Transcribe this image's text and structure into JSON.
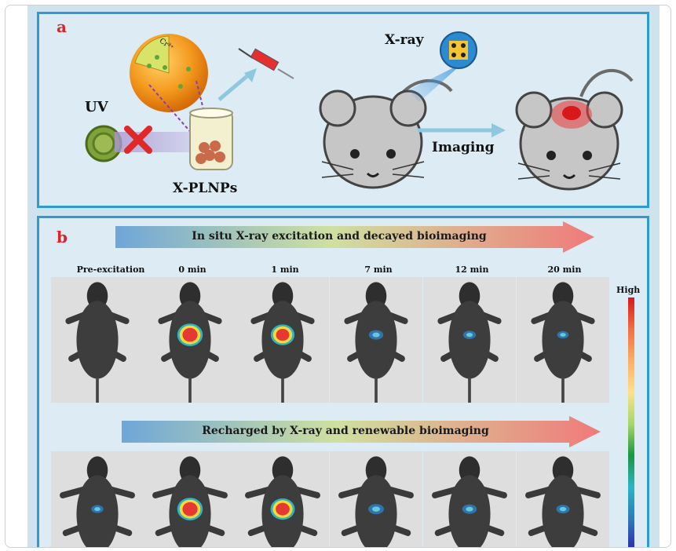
{
  "panel_a": {
    "letter": "a",
    "uv_label": "UV",
    "xray_label": "X-ray",
    "nanoparticle_label": "X-PLNPs",
    "core_label": "Cr³⁺",
    "arrow_label": "Imaging"
  },
  "panel_b": {
    "letter": "b",
    "banner_top": "In situ X-ray excitation and decayed bioimaging",
    "banner_bottom": "Recharged by X-ray and renewable bioimaging",
    "time_labels": [
      "Pre-excitation",
      "0 min",
      "1 min",
      "7 min",
      "12 min",
      "20 min"
    ],
    "colorbar_label": "High"
  },
  "colors": {
    "panel_border": "#2d9ad6",
    "panel_fill": "#dcebf4",
    "letter_red": "#d8262a"
  },
  "icons": [
    "uv-lamp-icon",
    "block-cross-icon",
    "nanoparticle-sphere-icon",
    "vial-icon",
    "syringe-icon",
    "xray-source-icon",
    "mouse-icon",
    "mouse-imaged-icon",
    "mouse-scan-icon"
  ]
}
